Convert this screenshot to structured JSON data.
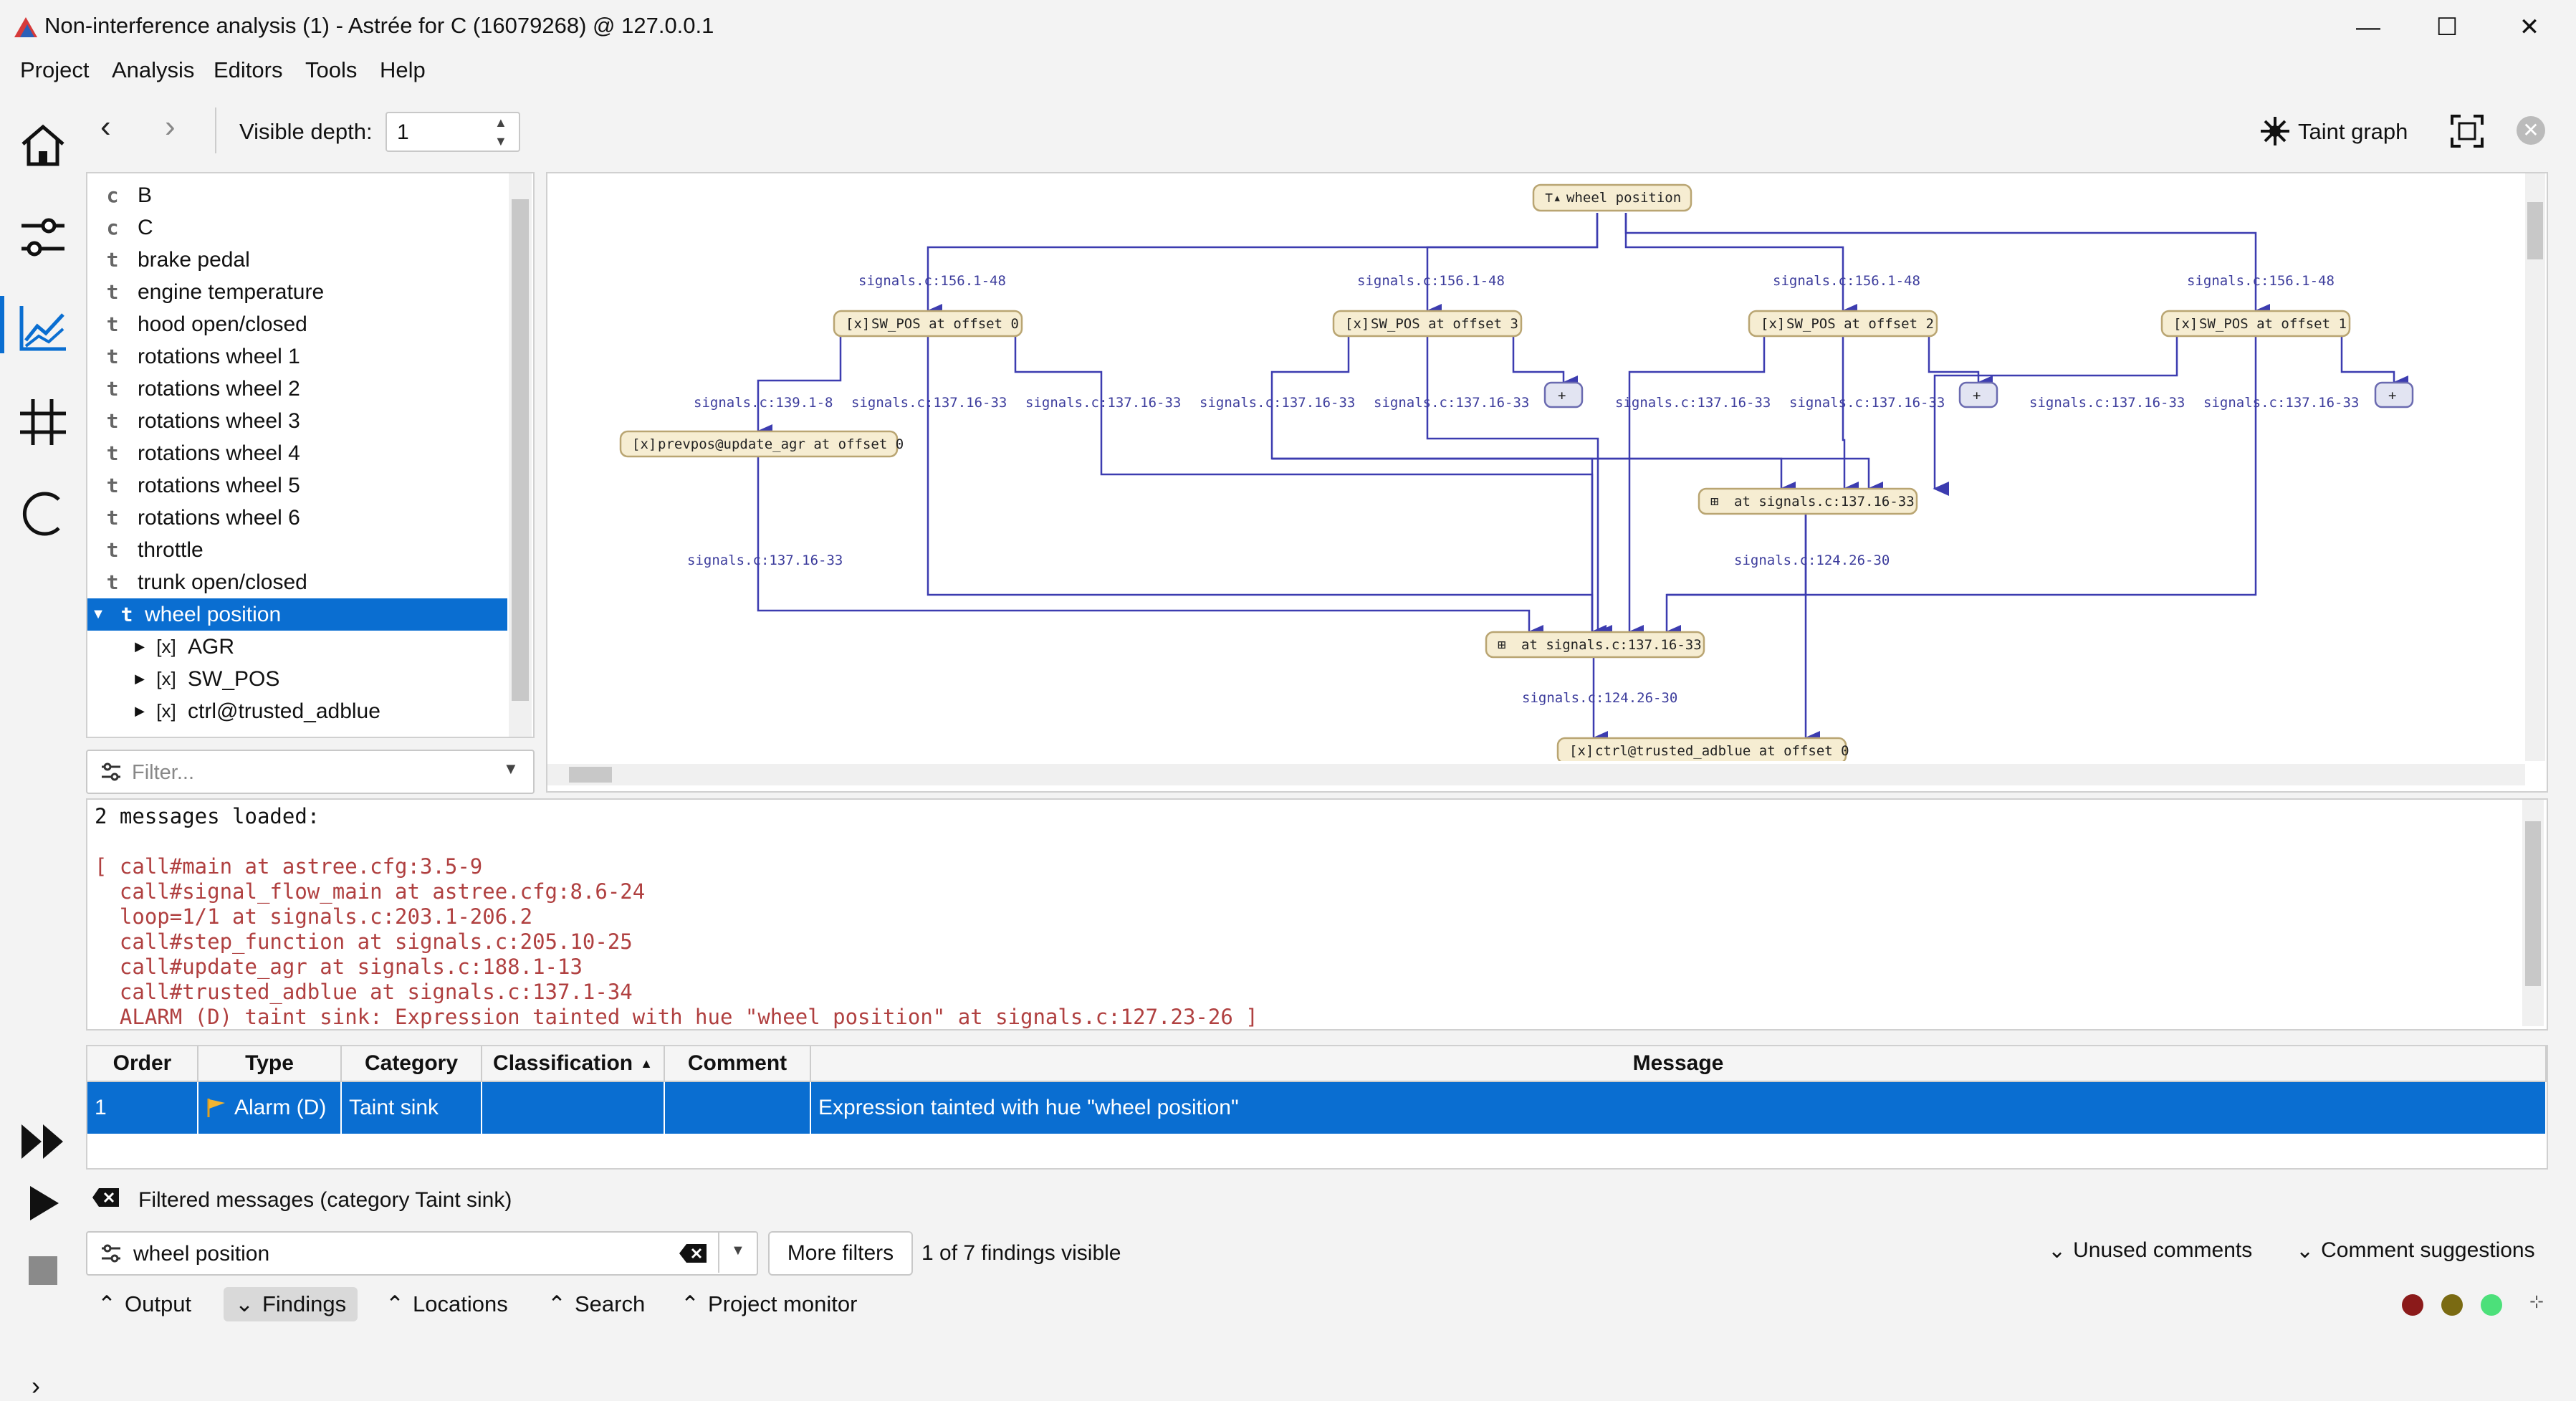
{
  "window": {
    "title": "Non-interference analysis (1) - Astrée for C (16079268) @ 127.0.0.1",
    "controls": [
      "—",
      "☐",
      "✕"
    ]
  },
  "menu": [
    "Project",
    "Analysis",
    "Editors",
    "Tools",
    "Help"
  ],
  "toolbar": {
    "depth_label": "Visible depth:",
    "depth_value": "1",
    "taint_graph_label": "Taint graph"
  },
  "tree": {
    "items": [
      {
        "kind": "c",
        "label": "B"
      },
      {
        "kind": "c",
        "label": "C"
      },
      {
        "kind": "t",
        "label": "brake pedal"
      },
      {
        "kind": "t",
        "label": "engine temperature"
      },
      {
        "kind": "t",
        "label": "hood open/closed"
      },
      {
        "kind": "t",
        "label": "rotations wheel 1"
      },
      {
        "kind": "t",
        "label": "rotations wheel 2"
      },
      {
        "kind": "t",
        "label": "rotations wheel 3"
      },
      {
        "kind": "t",
        "label": "rotations wheel 4"
      },
      {
        "kind": "t",
        "label": "rotations wheel 5"
      },
      {
        "kind": "t",
        "label": "rotations wheel 6"
      },
      {
        "kind": "t",
        "label": "throttle"
      },
      {
        "kind": "t",
        "label": "trunk open/closed"
      },
      {
        "kind": "t",
        "label": "wheel position"
      }
    ],
    "children": [
      {
        "kind": "[x]",
        "label": "AGR"
      },
      {
        "kind": "[x]",
        "label": "SW_POS"
      },
      {
        "kind": "[x]",
        "label": "ctrl@trusted_adblue"
      }
    ],
    "filter_placeholder": "Filter..."
  },
  "graph": {
    "nodes": {
      "root": "wheel position",
      "sw0": "SW_POS at offset 0",
      "sw3": "SW_POS at offset 3",
      "sw2": "SW_POS at offset 2",
      "sw1": "SW_POS at offset 1",
      "prev": "prevpos@update_agr at offset 0",
      "mid": "at signals.c:137.16-33",
      "low": "at signals.c:137.16-33",
      "ctrl": "ctrl@trusted_adblue at offset 0",
      "plus": "+"
    },
    "labels": {
      "l156": "signals.c:156.1-48",
      "l139": "signals.c:139.1-8",
      "l137": "signals.c:137.16-33",
      "l124": "signals.c:124.26-30"
    }
  },
  "console": {
    "header": "2 messages loaded:",
    "lines": [
      "[ call#main at astree.cfg:3.5-9",
      "  call#signal_flow_main at astree.cfg:8.6-24",
      "  loop=1/1 at signals.c:203.1-206.2",
      "  call#step_function at signals.c:205.10-25",
      "  call#update_agr at signals.c:188.1-13",
      "  call#trusted_adblue at signals.c:137.1-34",
      "  ALARM (D) taint sink: Expression tainted with hue \"wheel position\" at signals.c:127.23-26 ]"
    ]
  },
  "findings": {
    "columns": [
      "Order",
      "Type",
      "Category",
      "Classification",
      "Comment",
      "Message"
    ],
    "rows": [
      {
        "order": "1",
        "type": "Alarm (D)",
        "category": "Taint sink",
        "classification": "",
        "comment": "",
        "message": "Expression tainted with hue \"wheel position\""
      }
    ],
    "filter_status": "Filtered messages (category Taint sink)",
    "search_value": "wheel position",
    "more_filters": "More filters",
    "visible_count": "1 of 7 findings visible",
    "unused_comments": "Unused comments",
    "comment_suggestions": "Comment suggestions"
  },
  "bottom_tabs": [
    "Output",
    "Findings",
    "Locations",
    "Search",
    "Project monitor"
  ],
  "status_colors": [
    "#8b1a1a",
    "#7a6a12",
    "#4ce07a"
  ],
  "accent": "#0a6ed1"
}
